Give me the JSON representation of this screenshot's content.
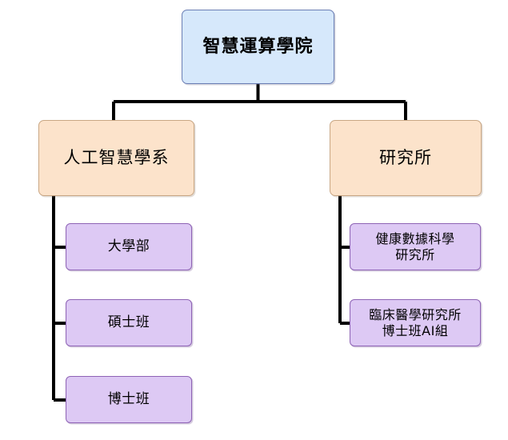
{
  "diagram": {
    "type": "organization-chart",
    "orientation": "top-down",
    "colors": {
      "root_fill": "#d6e8fb",
      "root_border": "#6b7fb5",
      "department_fill": "#fce3cb",
      "department_border": "#c9a784",
      "program_fill": "#ddc9f4",
      "program_border": "#8e63b5",
      "connector": "#000000",
      "background": "#ffffff"
    }
  },
  "root": {
    "label": "智慧運算學院"
  },
  "departments": [
    {
      "label": "人工智慧學系"
    },
    {
      "label": "研究所"
    }
  ],
  "programs_left": [
    {
      "label": "大學部"
    },
    {
      "label": "碩士班"
    },
    {
      "label": "博士班"
    }
  ],
  "programs_right": [
    {
      "label": "健康數據科學\n研究所"
    },
    {
      "label": "臨床醫學研究所\n博士班AI組"
    }
  ]
}
